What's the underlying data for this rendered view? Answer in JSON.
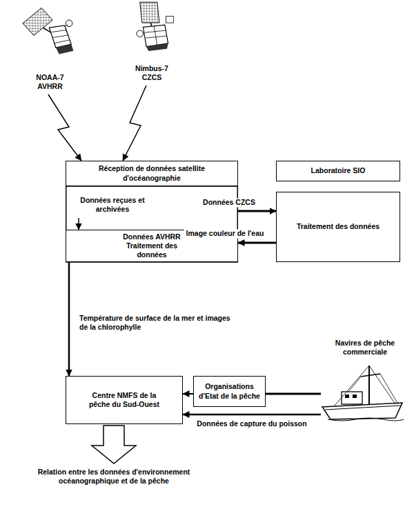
{
  "diagram": {
    "nodes": [
      {
        "text": [
          "NOAA-7 AVHRR"
        ]
      },
      {
        "text": [
          "Nimbus-7 CZCS"
        ]
      },
      {
        "text": [
          "Réception de données satellite d'océanographie"
        ]
      },
      {
        "text": [
          "Laboratoire SIO"
        ]
      },
      {
        "text": [
          "Données reçues et archivées"
        ]
      },
      {
        "text": [
          "Traitement des données"
        ]
      },
      {
        "text": [
          "Données AVHRR Traitement des données"
        ]
      },
      {
        "text": [
          "Navires de pêche commerciale"
        ]
      },
      {
        "text": [
          "Centre NMFS de la pêche du Sud-Ouest"
        ]
      },
      {
        "text": [
          "Organisations d'Etat de la pêche"
        ]
      }
    ],
    "edges": [
      {
        "from": 0,
        "to": 2,
        "arrow": "to"
      },
      {
        "from": 1,
        "to": 2,
        "arrow": "to"
      },
      {
        "from": 4,
        "to": 5,
        "label": "Données  CZCS",
        "arrow": "to"
      },
      {
        "from": 5,
        "to": 6,
        "label": "Image couleur de l'eau",
        "arrow": "to"
      },
      {
        "from": 4,
        "to": 6,
        "arrow": "to"
      },
      {
        "from": 6,
        "to": 8,
        "label": "Température de surface de la mer et images de la chlorophylle",
        "arrow": "to"
      },
      {
        "from": 7,
        "to": 9,
        "arrow": "none"
      },
      {
        "from": 9,
        "to": 8,
        "arrow": "to"
      },
      {
        "from": 7,
        "to": 8,
        "label": "Données de capture du poisson",
        "arrow": "to"
      }
    ],
    "labels": [
      "Relation entre les données d'environnement océanographique et de la pêche"
    ]
  }
}
